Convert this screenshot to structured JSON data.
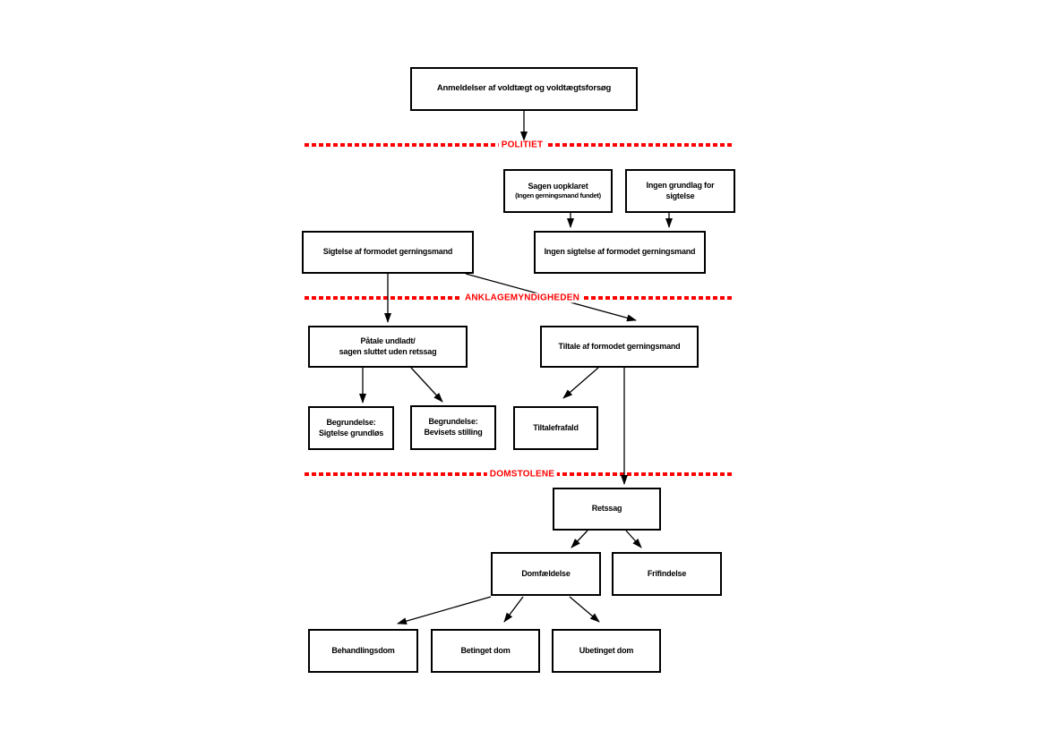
{
  "diagram": {
    "description": "Flowchart of the Danish legal process for reported rapes, from police report to court verdict",
    "colors": {
      "section_line_red": "#ff0000",
      "box_border_black": "#000000",
      "background": "#ffffff"
    },
    "sections": {
      "politiet": "POLITIET",
      "anklagemyndigheden": "ANKLAGEMYNDIGHEDEN",
      "domstolene": "DOMSTOLENE"
    },
    "nodes": {
      "anmeldelser": {
        "line1": "Anmeldelser af voldtægt og voldtægtsforsøg"
      },
      "sagen_uopklaret": {
        "line1": "Sagen uopklaret",
        "line2": "(Ingen gerningsmand fundet)"
      },
      "ingen_grundlag": {
        "line1": "Ingen grundlag for",
        "line2": "sigtelse"
      },
      "sigtelse": {
        "line1": "Sigtelse af formodet gerningsmand"
      },
      "ingen_sigtelse": {
        "line1": "Ingen sigtelse af formodet gerningsmand"
      },
      "paatale": {
        "line1": "Påtale undladt/",
        "line2": "sagen sluttet uden retssag"
      },
      "tiltale": {
        "line1": "Tiltale af formodet gerningsmand"
      },
      "begrundelse_grundloes": {
        "line1": "Begrundelse:",
        "line2": "Sigtelse grundløs"
      },
      "begrundelse_bevisets": {
        "line1": "Begrundelse:",
        "line2": "Bevisets stilling"
      },
      "tiltalefrafald": {
        "line1": "Tiltalefrafald"
      },
      "retssag": {
        "line1": "Retssag"
      },
      "domfaeldelse": {
        "line1": "Domfældelse"
      },
      "frifindelse": {
        "line1": "Frifindelse"
      },
      "behandlingsdom": {
        "line1": "Behandlingsdom"
      },
      "betinget_dom": {
        "line1": "Betinget dom"
      },
      "ubetinget_dom": {
        "line1": "Ubetinget dom"
      }
    },
    "edges": [
      {
        "from": "anmeldelser",
        "to": "politiet_section"
      },
      {
        "from": "sagen_uopklaret",
        "to": "ingen_sigtelse"
      },
      {
        "from": "ingen_grundlag",
        "to": "ingen_sigtelse"
      },
      {
        "from": "sigtelse",
        "to": "paatale"
      },
      {
        "from": "sigtelse",
        "to": "tiltale"
      },
      {
        "from": "paatale",
        "to": "begrundelse_grundloes"
      },
      {
        "from": "paatale",
        "to": "begrundelse_bevisets"
      },
      {
        "from": "tiltale",
        "to": "tiltalefrafald"
      },
      {
        "from": "tiltale",
        "to": "retssag"
      },
      {
        "from": "retssag",
        "to": "domfaeldelse"
      },
      {
        "from": "retssag",
        "to": "frifindelse"
      },
      {
        "from": "domfaeldelse",
        "to": "behandlingsdom"
      },
      {
        "from": "domfaeldelse",
        "to": "betinget_dom"
      },
      {
        "from": "domfaeldelse",
        "to": "ubetinget_dom"
      }
    ]
  }
}
